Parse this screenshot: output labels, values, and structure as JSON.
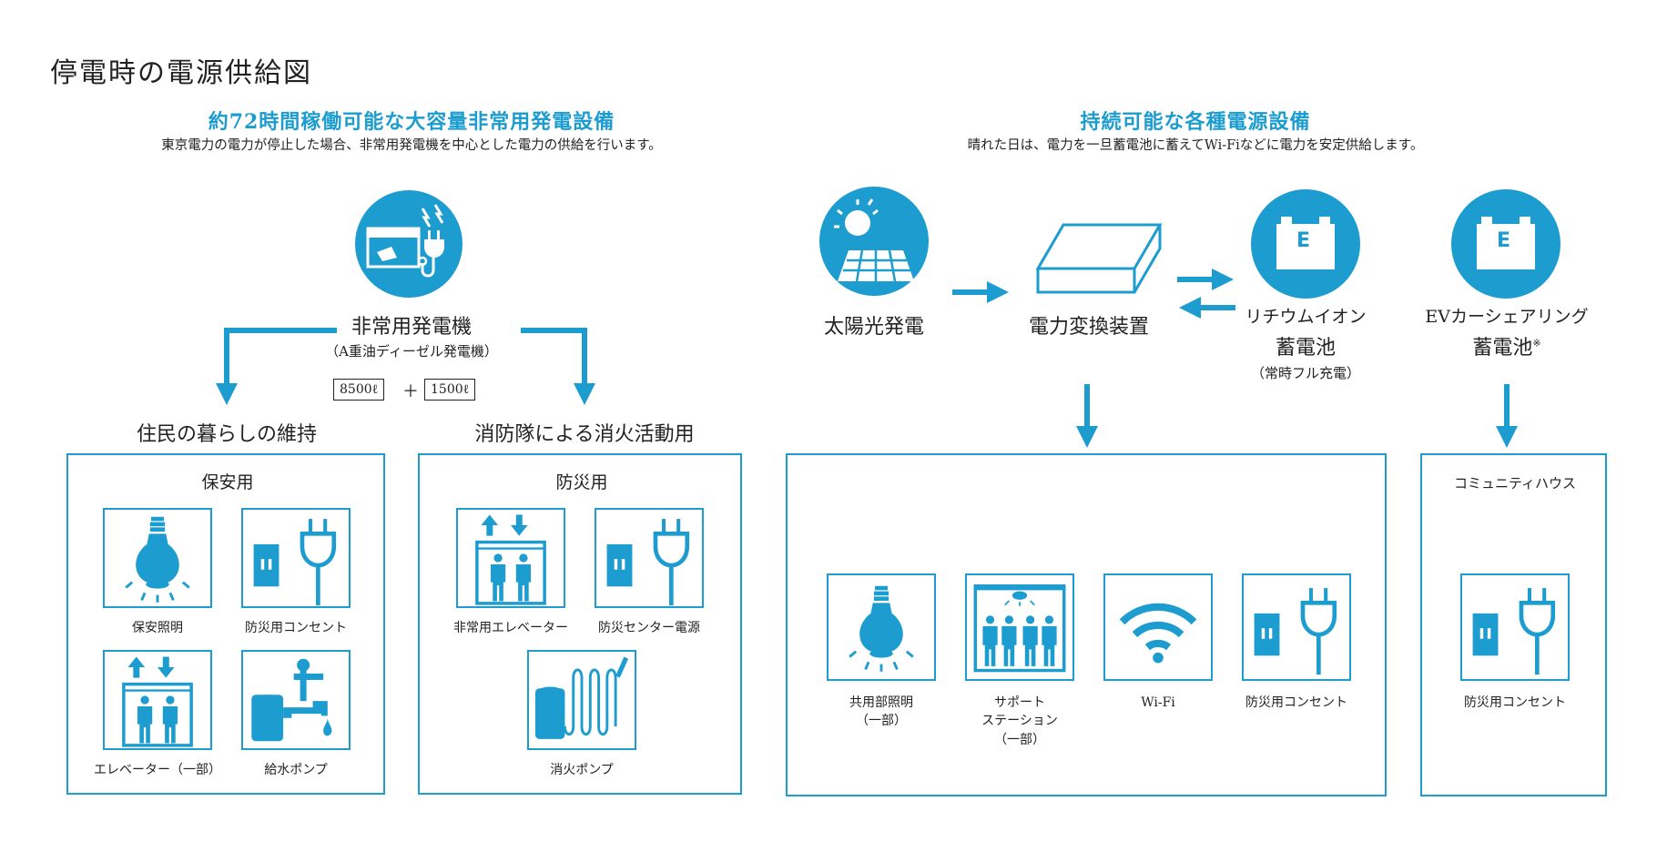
{
  "title": "停電時の電源供給図",
  "left_section": {
    "heading": "約72時間稼働可能な大容量非常用発電設備",
    "subtitle": "東京電力の電力が停止した場合、非常用発電機を中心とした電力の供給を行います。",
    "generator": {
      "name": "非常用発電機",
      "type": "（A重油ディーゼル発電機）",
      "tank_1": "8500ℓ",
      "plus": "＋",
      "tank_2": "1500ℓ"
    },
    "branch_residents": "住民の暮らしの維持",
    "branch_fire": "消防隊による消火活動用",
    "security_box": {
      "title": "保安用",
      "items": [
        "保安照明",
        "防災用コンセント",
        "エレベーター（一部）",
        "給水ポンプ"
      ]
    },
    "disaster_box": {
      "title": "防災用",
      "items": [
        "非常用エレベーター",
        "防災センター電源",
        "消火ポンプ"
      ]
    }
  },
  "right_section": {
    "heading": "持続可能な各種電源設備",
    "subtitle": "晴れた日は、電力を一旦蓄電池に蓄えてWi-Fiなどに電力を安定供給します。",
    "solar": "太陽光発電",
    "converter": "電力変換装置",
    "lithium": {
      "line1": "リチウムイオン",
      "line2": "蓄電池",
      "note": "（常時フル充電）"
    },
    "ev": {
      "line1": "EVカーシェアリング",
      "line2": "蓄電池",
      "mark": "※"
    },
    "battery_letter": "E",
    "shared_box": {
      "items": [
        {
          "line1": "共用部照明",
          "line2": "（一部）",
          "line3": ""
        },
        {
          "line1": "サポート",
          "line2": "ステーション",
          "line3": "（一部）"
        },
        {
          "line1": "Wi-Fi",
          "line2": "",
          "line3": ""
        },
        {
          "line1": "防災用コンセント",
          "line2": "",
          "line3": ""
        }
      ]
    },
    "community_box": {
      "title": "コミュニティハウス",
      "item": "防災用コンセント"
    }
  },
  "colors": {
    "accent": "#1c9ccf",
    "text": "#222222",
    "background": "#ffffff"
  },
  "icons": [
    "generator-icon",
    "solar-panel-icon",
    "converter-box-icon",
    "battery-icon",
    "bulb-icon",
    "outlet-plug-icon",
    "elevator-icon",
    "water-pump-icon",
    "fire-hose-icon",
    "support-station-icon",
    "wifi-icon",
    "arrow-icon"
  ]
}
